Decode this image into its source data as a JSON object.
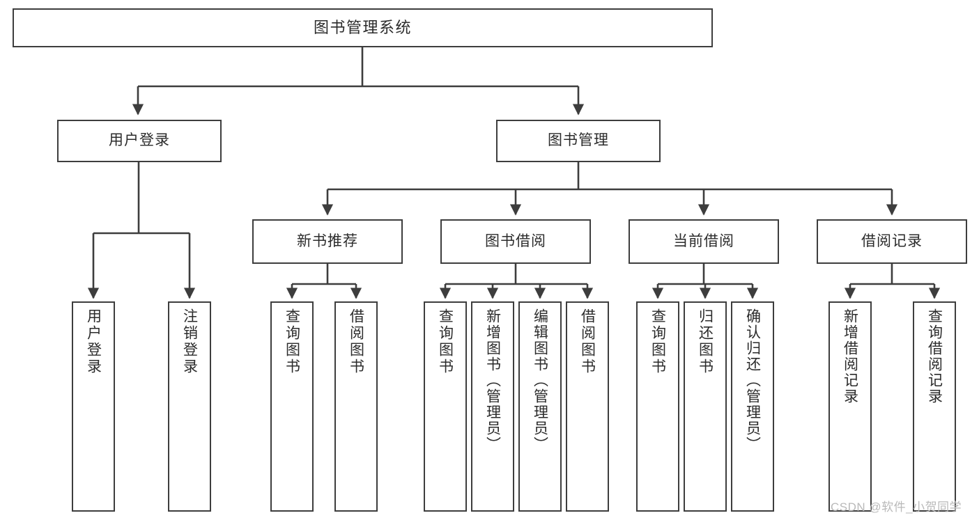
{
  "diagram": {
    "type": "tree-hierarchy",
    "title": "图书管理系统",
    "watermark": "CSDN @软件_小贺同学",
    "colors": {
      "border": "#3d3d3d",
      "background": "#ffffff",
      "text": "#2b2b2b",
      "edge": "#3d3d3d",
      "watermark": "#b9b9b9"
    },
    "levels": {
      "root": [
        "图书管理系统"
      ],
      "level1": [
        "用户登录",
        "图书管理"
      ],
      "level2": [
        "新书推荐",
        "图书借阅",
        "当前借阅",
        "借阅记录"
      ],
      "level3": [
        "用户登录",
        "注销登录",
        "查询图书",
        "借阅图书",
        "查询图书",
        "新增图书（管理员）",
        "编辑图书（管理员）",
        "借阅图书",
        "查询图书",
        "归还图书",
        "确认归还（管理员）",
        "新增借阅记录",
        "查询借阅记录"
      ]
    },
    "nodes": {
      "root": {
        "label": "图书管理系统"
      },
      "user_login": {
        "label": "用户登录"
      },
      "book_manage": {
        "label": "图书管理"
      },
      "new_book_rec": {
        "label": "新书推荐"
      },
      "book_borrow": {
        "label": "图书借阅"
      },
      "current_borrow": {
        "label": "当前借阅"
      },
      "borrow_record": {
        "label": "借阅记录"
      },
      "leaf_user_login": {
        "label": "用户登录"
      },
      "leaf_logout": {
        "label": "注销登录"
      },
      "leaf_query_book_1": {
        "label": "查询图书"
      },
      "leaf_borrow_book_1": {
        "label": "借阅图书"
      },
      "leaf_query_book_2": {
        "label": "查询图书"
      },
      "leaf_add_book_admin": {
        "label": "新增图书（管理员）"
      },
      "leaf_edit_book_admin": {
        "label": "编辑图书（管理员）"
      },
      "leaf_borrow_book_2": {
        "label": "借阅图书"
      },
      "leaf_query_book_3": {
        "label": "查询图书"
      },
      "leaf_return_book": {
        "label": "归还图书"
      },
      "leaf_confirm_return_admin": {
        "label": "确认归还（管理员）"
      },
      "leaf_add_record": {
        "label": "新增借阅记录"
      },
      "leaf_query_record": {
        "label": "查询借阅记录"
      }
    }
  }
}
